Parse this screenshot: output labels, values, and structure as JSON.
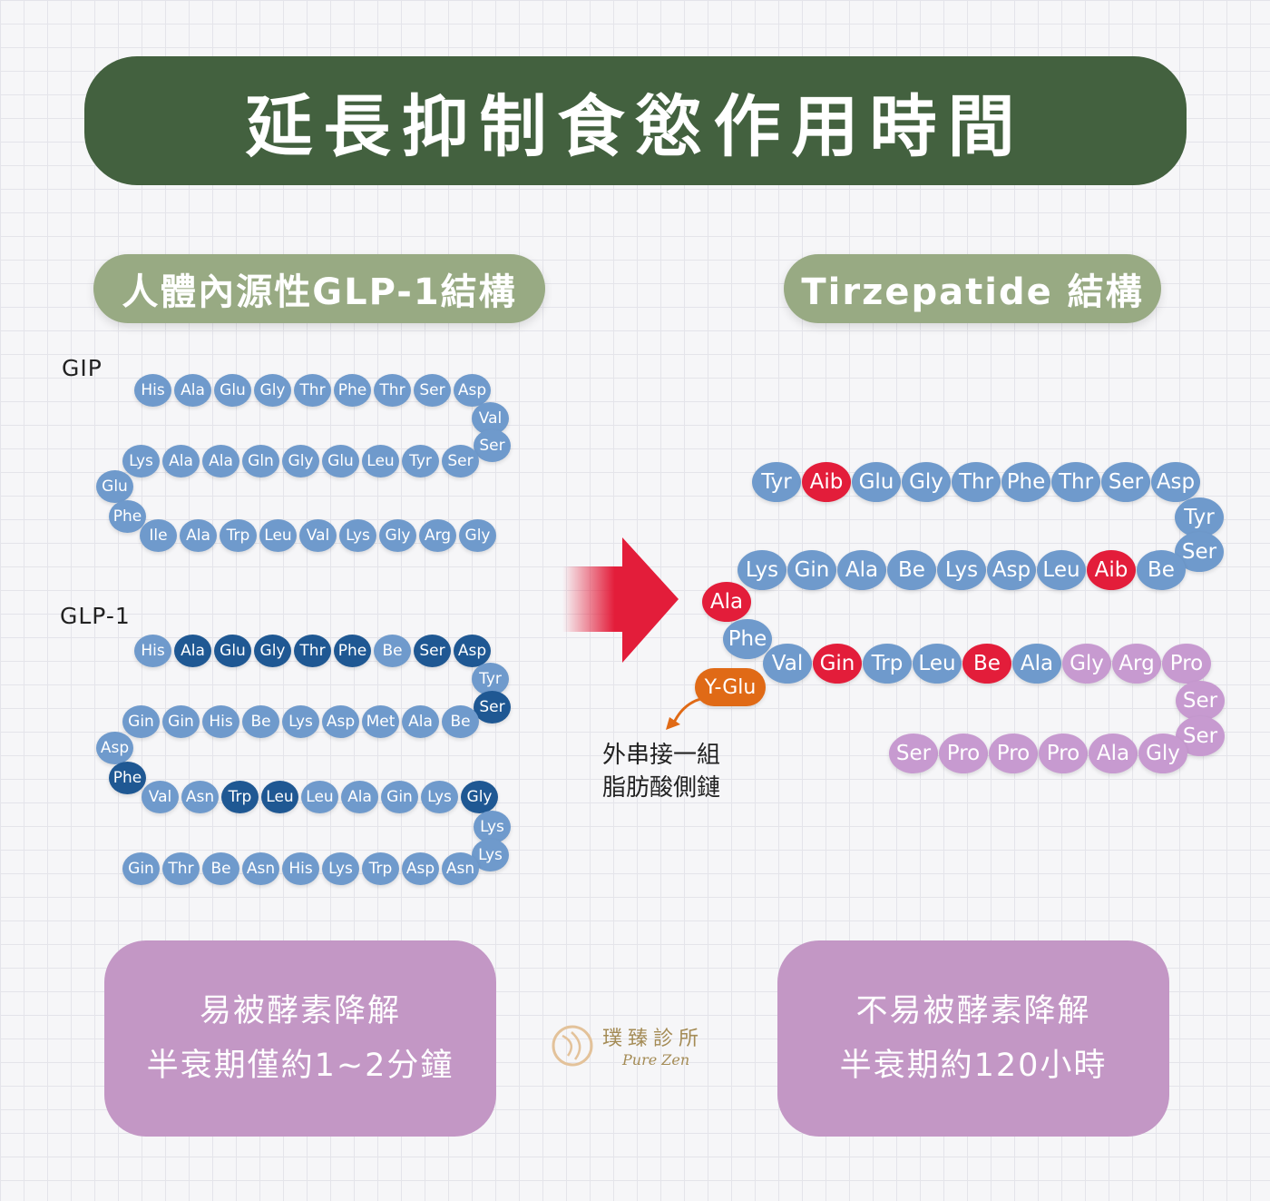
{
  "title": "延長抑制食慾作用時間",
  "left_heading": "人體內源性GLP-1結構",
  "right_heading": "Tirzepatide 結構",
  "gip": {
    "label": "GIP",
    "rows": [
      [
        {
          "t": "His",
          "c": "blue"
        },
        {
          "t": "Ala",
          "c": "blue"
        },
        {
          "t": "Glu",
          "c": "blue"
        },
        {
          "t": "Gly",
          "c": "blue"
        },
        {
          "t": "Thr",
          "c": "blue"
        },
        {
          "t": "Phe",
          "c": "blue"
        },
        {
          "t": "Thr",
          "c": "blue"
        },
        {
          "t": "Ser",
          "c": "blue"
        },
        {
          "t": "Asp",
          "c": "blue"
        }
      ],
      [
        {
          "t": "Val",
          "c": "blue"
        },
        {
          "t": "Ser",
          "c": "blue"
        }
      ],
      [
        {
          "t": "Lys",
          "c": "blue"
        },
        {
          "t": "Ala",
          "c": "blue"
        },
        {
          "t": "Ala",
          "c": "blue"
        },
        {
          "t": "Gln",
          "c": "blue"
        },
        {
          "t": "Gly",
          "c": "blue"
        },
        {
          "t": "Glu",
          "c": "blue"
        },
        {
          "t": "Leu",
          "c": "blue"
        },
        {
          "t": "Tyr",
          "c": "blue"
        },
        {
          "t": "Ser",
          "c": "blue"
        }
      ],
      [
        {
          "t": "Glu",
          "c": "blue"
        },
        {
          "t": "Phe",
          "c": "blue"
        }
      ],
      [
        {
          "t": "Ile",
          "c": "blue"
        },
        {
          "t": "Ala",
          "c": "blue"
        },
        {
          "t": "Trp",
          "c": "blue"
        },
        {
          "t": "Leu",
          "c": "blue"
        },
        {
          "t": "Val",
          "c": "blue"
        },
        {
          "t": "Lys",
          "c": "blue"
        },
        {
          "t": "Gly",
          "c": "blue"
        },
        {
          "t": "Arg",
          "c": "blue"
        },
        {
          "t": "Gly",
          "c": "blue"
        }
      ]
    ]
  },
  "glp1": {
    "label": "GLP-1",
    "rows": [
      [
        {
          "t": "His",
          "c": "blue"
        },
        {
          "t": "Ala",
          "c": "dark"
        },
        {
          "t": "Glu",
          "c": "dark"
        },
        {
          "t": "Gly",
          "c": "dark"
        },
        {
          "t": "Thr",
          "c": "dark"
        },
        {
          "t": "Phe",
          "c": "dark"
        },
        {
          "t": "Be",
          "c": "blue"
        },
        {
          "t": "Ser",
          "c": "dark"
        },
        {
          "t": "Asp",
          "c": "dark"
        }
      ],
      [
        {
          "t": "Tyr",
          "c": "blue"
        },
        {
          "t": "Ser",
          "c": "dark"
        }
      ],
      [
        {
          "t": "Gin",
          "c": "blue"
        },
        {
          "t": "Gin",
          "c": "blue"
        },
        {
          "t": "His",
          "c": "blue"
        },
        {
          "t": "Be",
          "c": "blue"
        },
        {
          "t": "Lys",
          "c": "blue"
        },
        {
          "t": "Asp",
          "c": "blue"
        },
        {
          "t": "Met",
          "c": "blue"
        },
        {
          "t": "Ala",
          "c": "blue"
        },
        {
          "t": "Be",
          "c": "blue"
        }
      ],
      [
        {
          "t": "Asp",
          "c": "blue"
        },
        {
          "t": "Phe",
          "c": "dark"
        }
      ],
      [
        {
          "t": "Val",
          "c": "blue"
        },
        {
          "t": "Asn",
          "c": "blue"
        },
        {
          "t": "Trp",
          "c": "dark"
        },
        {
          "t": "Leu",
          "c": "dark"
        },
        {
          "t": "Leu",
          "c": "blue"
        },
        {
          "t": "Ala",
          "c": "blue"
        },
        {
          "t": "Gin",
          "c": "blue"
        },
        {
          "t": "Lys",
          "c": "blue"
        },
        {
          "t": "Gly",
          "c": "dark"
        }
      ],
      [
        {
          "t": "Lys",
          "c": "blue"
        },
        {
          "t": "Lys",
          "c": "blue"
        }
      ],
      [
        {
          "t": "Gin",
          "c": "blue"
        },
        {
          "t": "Thr",
          "c": "blue"
        },
        {
          "t": "Be",
          "c": "blue"
        },
        {
          "t": "Asn",
          "c": "blue"
        },
        {
          "t": "His",
          "c": "blue"
        },
        {
          "t": "Lys",
          "c": "blue"
        },
        {
          "t": "Trp",
          "c": "blue"
        },
        {
          "t": "Asp",
          "c": "blue"
        },
        {
          "t": "Asn",
          "c": "blue"
        }
      ]
    ]
  },
  "tirzepatide": {
    "rows": [
      [
        {
          "t": "Tyr",
          "c": "blue"
        },
        {
          "t": "Aib",
          "c": "red"
        },
        {
          "t": "Glu",
          "c": "blue"
        },
        {
          "t": "Gly",
          "c": "blue"
        },
        {
          "t": "Thr",
          "c": "blue"
        },
        {
          "t": "Phe",
          "c": "blue"
        },
        {
          "t": "Thr",
          "c": "blue"
        },
        {
          "t": "Ser",
          "c": "blue"
        },
        {
          "t": "Asp",
          "c": "blue"
        }
      ],
      [
        {
          "t": "Tyr",
          "c": "blue"
        },
        {
          "t": "Ser",
          "c": "blue"
        }
      ],
      [
        {
          "t": "Lys",
          "c": "blue"
        },
        {
          "t": "Gin",
          "c": "blue"
        },
        {
          "t": "Ala",
          "c": "blue"
        },
        {
          "t": "Be",
          "c": "blue"
        },
        {
          "t": "Lys",
          "c": "blue"
        },
        {
          "t": "Asp",
          "c": "blue"
        },
        {
          "t": "Leu",
          "c": "blue"
        },
        {
          "t": "Aib",
          "c": "red"
        },
        {
          "t": "Be",
          "c": "blue"
        }
      ],
      [
        {
          "t": "Ala",
          "c": "red"
        },
        {
          "t": "Phe",
          "c": "blue"
        }
      ],
      [
        {
          "t": "Val",
          "c": "blue"
        },
        {
          "t": "Gin",
          "c": "red"
        },
        {
          "t": "Trp",
          "c": "blue"
        },
        {
          "t": "Leu",
          "c": "blue"
        },
        {
          "t": "Be",
          "c": "red"
        },
        {
          "t": "Ala",
          "c": "blue"
        },
        {
          "t": "Gly",
          "c": "violet"
        },
        {
          "t": "Arg",
          "c": "violet"
        },
        {
          "t": "Pro",
          "c": "violet"
        }
      ],
      [
        {
          "t": "Ser",
          "c": "violet"
        },
        {
          "t": "Ser",
          "c": "violet"
        }
      ],
      [
        {
          "t": "Ser",
          "c": "violet"
        },
        {
          "t": "Pro",
          "c": "violet"
        },
        {
          "t": "Pro",
          "c": "violet"
        },
        {
          "t": "Pro",
          "c": "violet"
        },
        {
          "t": "Ala",
          "c": "violet"
        },
        {
          "t": "Gly",
          "c": "violet"
        }
      ]
    ],
    "side_chain": {
      "t": "Y-Glu",
      "c": "orange"
    }
  },
  "annotation": [
    "外串接一組",
    "脂肪酸側鏈"
  ],
  "note_left": [
    "易被酵素降解",
    "半衰期僅約1~2分鐘"
  ],
  "note_right": [
    "不易被酵素降解",
    "半衰期約120小時"
  ],
  "logo": {
    "name": "璞臻診所",
    "en": "Pure Zen"
  },
  "colors": {
    "banner": "#43613f",
    "heading": "#98aa83",
    "bead_blue": "#6f9acc",
    "bead_dark": "#1f5893",
    "bead_red": "#e31d3a",
    "bead_violet": "#c79ad0",
    "bead_orange": "#e06a16",
    "note": "#c397c5"
  }
}
